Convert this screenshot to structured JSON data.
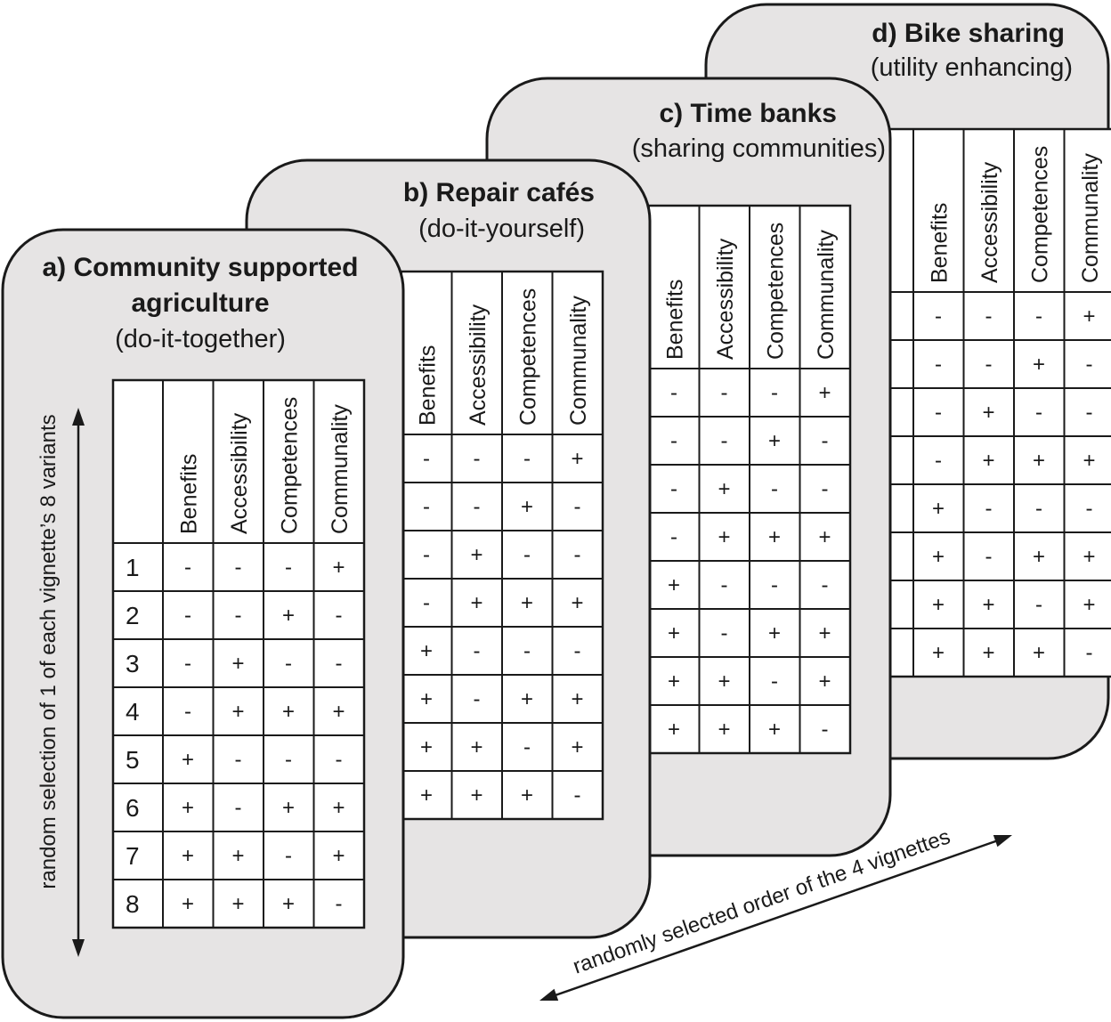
{
  "header_labels": [
    "Benefits",
    "Accessibility",
    "Competences",
    "Communality"
  ],
  "row_numbers": [
    "1",
    "2",
    "3",
    "4",
    "5",
    "6",
    "7",
    "8"
  ],
  "variants": [
    [
      "-",
      "-",
      "-",
      "+"
    ],
    [
      "-",
      "-",
      "+",
      "-"
    ],
    [
      "-",
      "+",
      "-",
      "-"
    ],
    [
      "-",
      "+",
      "+",
      "+"
    ],
    [
      "+",
      "-",
      "-",
      "-"
    ],
    [
      "+",
      "-",
      "+",
      "+"
    ],
    [
      "+",
      "+",
      "-",
      "+"
    ],
    [
      "+",
      "+",
      "+",
      "-"
    ]
  ],
  "cards": {
    "d": {
      "title": "d) Bike sharing",
      "subtitle": "(utility enhancing)"
    },
    "c": {
      "title": "c) Time banks",
      "subtitle": "(sharing communities)"
    },
    "b": {
      "title": "b) Repair cafés",
      "subtitle": "(do-it-yourself)"
    },
    "a": {
      "title_line1": "a) Community supported",
      "title_line2": "agriculture",
      "subtitle": "(do-it-together)"
    }
  },
  "annotations": {
    "vertical": "random selection of 1 of each vignette’s 8 variants",
    "diagonal": "randomly selected order of the 4 vignettes"
  }
}
